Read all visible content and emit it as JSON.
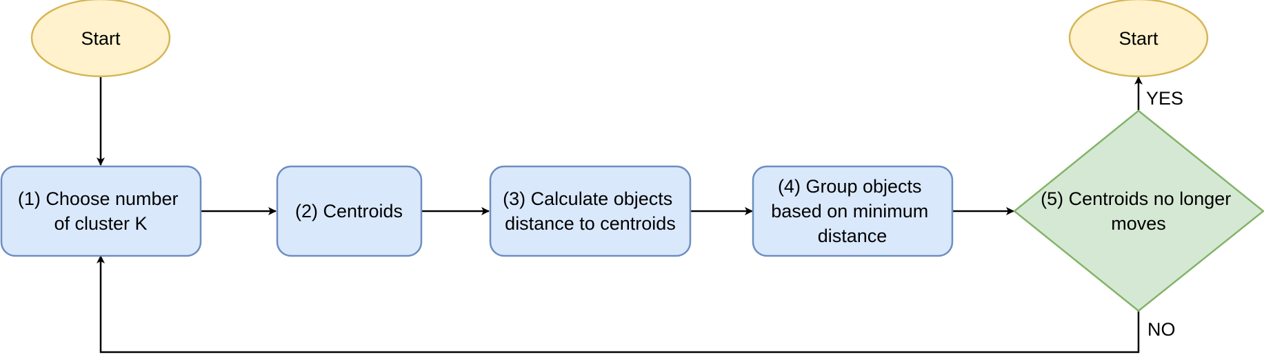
{
  "colors": {
    "terminal_fill": "#fff2cc",
    "terminal_stroke": "#d6b656",
    "process_fill": "#dae8fc",
    "process_stroke": "#6c8ebf",
    "decision_fill": "#d5e8d4",
    "decision_stroke": "#82b366",
    "arrow": "#000000",
    "background": "#ffffff"
  },
  "nodes": {
    "start_top": {
      "shape": "ellipse",
      "label": "Start"
    },
    "step1": {
      "shape": "rounded-rectangle",
      "lines": [
        "(1) Choose number",
        "of cluster K"
      ]
    },
    "step2": {
      "shape": "rounded-rectangle",
      "lines": [
        "(2) Centroids"
      ]
    },
    "step3": {
      "shape": "rounded-rectangle",
      "lines": [
        "(3) Calculate objects",
        "distance to centroids"
      ]
    },
    "step4": {
      "shape": "rounded-rectangle",
      "lines": [
        "(4) Group objects",
        "based on minimum",
        "distance"
      ]
    },
    "decision": {
      "shape": "diamond",
      "lines": [
        "(5) Centroids no longer",
        "moves"
      ]
    },
    "end": {
      "shape": "ellipse",
      "label": "Start"
    }
  },
  "edges": {
    "yes_label": "YES",
    "no_label": "NO"
  }
}
